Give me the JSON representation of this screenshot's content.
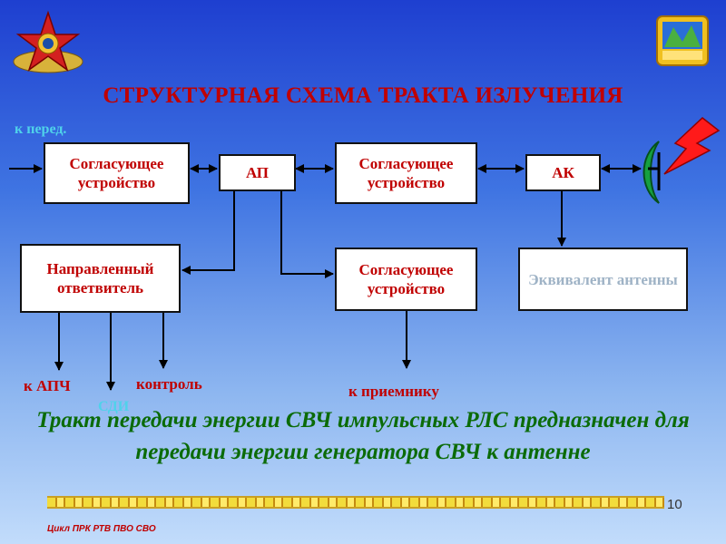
{
  "title": "СТРУКТУРНАЯ СХЕМА ТРАКТА ИЗЛУЧЕНИЯ",
  "labels": {
    "to_transmitter": "к перед.",
    "to_afc": "к АПЧ",
    "sdi": "СДИ",
    "control": "контроль",
    "to_receiver": "к приемнику"
  },
  "blocks": {
    "matching1": "Согласующее устройство",
    "ap": "АП",
    "matching2": "Согласующее устройство",
    "ak": "АК",
    "coupler": "Направленный ответвитель",
    "matching3": "Согласующее устройство",
    "dummy_load": "Эквивалент антенны"
  },
  "caption": "Тракт передачи энергии СВЧ импульсных РЛС предназначен для передачи энергии генератора СВЧ к антенне",
  "footer": "Цикл ПРК РТВ ПВО СВО",
  "page_number": "10",
  "icons": [
    "star-emblem-icon",
    "school-emblem-icon",
    "antenna-dish-icon",
    "lightning-icon"
  ]
}
